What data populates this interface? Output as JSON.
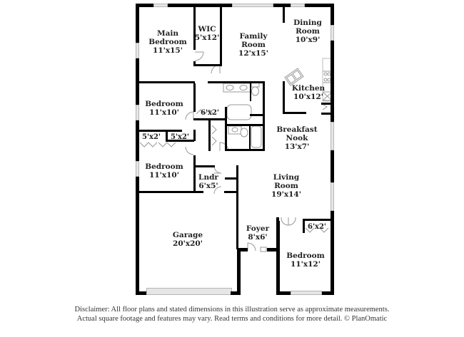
{
  "rooms": [
    {
      "name": "Main Bedroom",
      "line1": "Main",
      "line2": "Bedroom",
      "dim": "11'x15'"
    },
    {
      "name": "WIC",
      "line1": "WIC",
      "dim": "5'x12'"
    },
    {
      "name": "Family Room",
      "line1": "Family",
      "line2": "Room",
      "dim": "12'x15'"
    },
    {
      "name": "Dining Room",
      "line1": "Dining",
      "line2": "Room",
      "dim": "10'x9'"
    },
    {
      "name": "Kitchen",
      "line1": "Kitchen",
      "dim": "10'x12'"
    },
    {
      "name": "Bedroom 2",
      "line1": "Bedroom",
      "dim": "11'x10'"
    },
    {
      "name": "Closet A",
      "dim": "6'x2'"
    },
    {
      "name": "Closet B",
      "dim": "5'x2'"
    },
    {
      "name": "Closet C",
      "dim": "5'x2'"
    },
    {
      "name": "Breakfast Nook",
      "line1": "Breakfast",
      "line2": "Nook",
      "dim": "13'x7'"
    },
    {
      "name": "Bedroom 3",
      "line1": "Bedroom",
      "dim": "11'x10'"
    },
    {
      "name": "Laundry",
      "line1": "Lndr",
      "dim": "6'x5'"
    },
    {
      "name": "Living Room",
      "line1": "Living",
      "line2": "Room",
      "dim": "19'x14'"
    },
    {
      "name": "Garage",
      "line1": "Garage",
      "dim": "20'x20'"
    },
    {
      "name": "Foyer",
      "line1": "Foyer",
      "dim": "8'x6'"
    },
    {
      "name": "Closet D",
      "dim": "6'x2'"
    },
    {
      "name": "Bedroom 4",
      "line1": "Bedroom",
      "dim": "11'x12'"
    }
  ],
  "disclaimer": {
    "line1": "Disclaimer: All floor plans and stated dimensions in this illustration serve as approximate measurements.",
    "line2": "Actual square footage and features may vary. Read terms and conditions for more detail. © PlanOmatic"
  }
}
